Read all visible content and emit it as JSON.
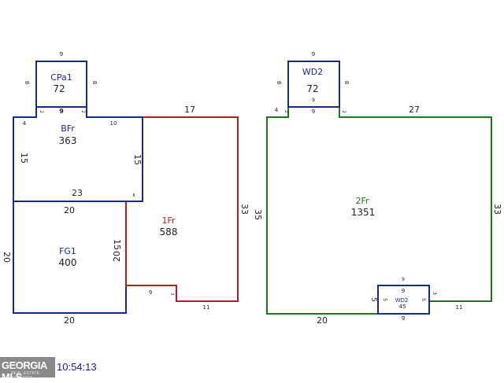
{
  "colors": {
    "blue": "#1a2a8c",
    "red": "#c01818",
    "green": "#1a7a1a",
    "dim": "#222222",
    "faint": "#a0a0a0"
  },
  "plan1": {
    "cpa1": {
      "name": "CPa1",
      "area": "72",
      "dim_top": "9",
      "dim_left": "8",
      "dim_right": "8",
      "dim_bottom": "9",
      "dim_small_left": "2",
      "dim_small_right": "2"
    },
    "bfr": {
      "name": "BFr",
      "area": "363",
      "dim_top_left": "4",
      "dim_top_right": "10",
      "dim_left": "15",
      "dim_right": "15",
      "dim_bottom": "23",
      "dim_corner": "8"
    },
    "fr1": {
      "name": "1Fr",
      "area": "588",
      "dim_top": "17",
      "dim_right": "33",
      "dim_left": "15",
      "dim_step_top": "9",
      "dim_step_side": "3",
      "dim_bottom": "11"
    },
    "fg1": {
      "name": "FG1",
      "area": "400",
      "dim_top": "20",
      "dim_left": "20",
      "dim_right": "20",
      "dim_bottom": "20"
    }
  },
  "plan2": {
    "wd2_top": {
      "name": "WD2",
      "area": "72",
      "dim_top": "9",
      "dim_left": "8",
      "dim_right": "8",
      "dim_inner": "9",
      "dim_bottom": "9",
      "dim_small_left": "4",
      "dim_small_left2": "2",
      "dim_small_right": "2"
    },
    "fr2": {
      "name": "2Fr",
      "area": "1351",
      "dim_top": "27",
      "dim_left": "35",
      "dim_right": "33",
      "dim_bottom_left": "20",
      "dim_bottom_right": "11",
      "dim_step": "3",
      "dim_faint": "9"
    },
    "wd2_bottom": {
      "name": "WD2",
      "area": "45",
      "dim_top": "9",
      "dim_bottom": "9",
      "dim_left": "5",
      "dim_left_inner": "5",
      "dim_right": "5",
      "dim_left_outer": "5"
    }
  },
  "footer": {
    "logo_text": "GEORGIA MLS",
    "logo_sub": "REAL ESTATE SERVICES",
    "timestamp": "10:54:13"
  }
}
